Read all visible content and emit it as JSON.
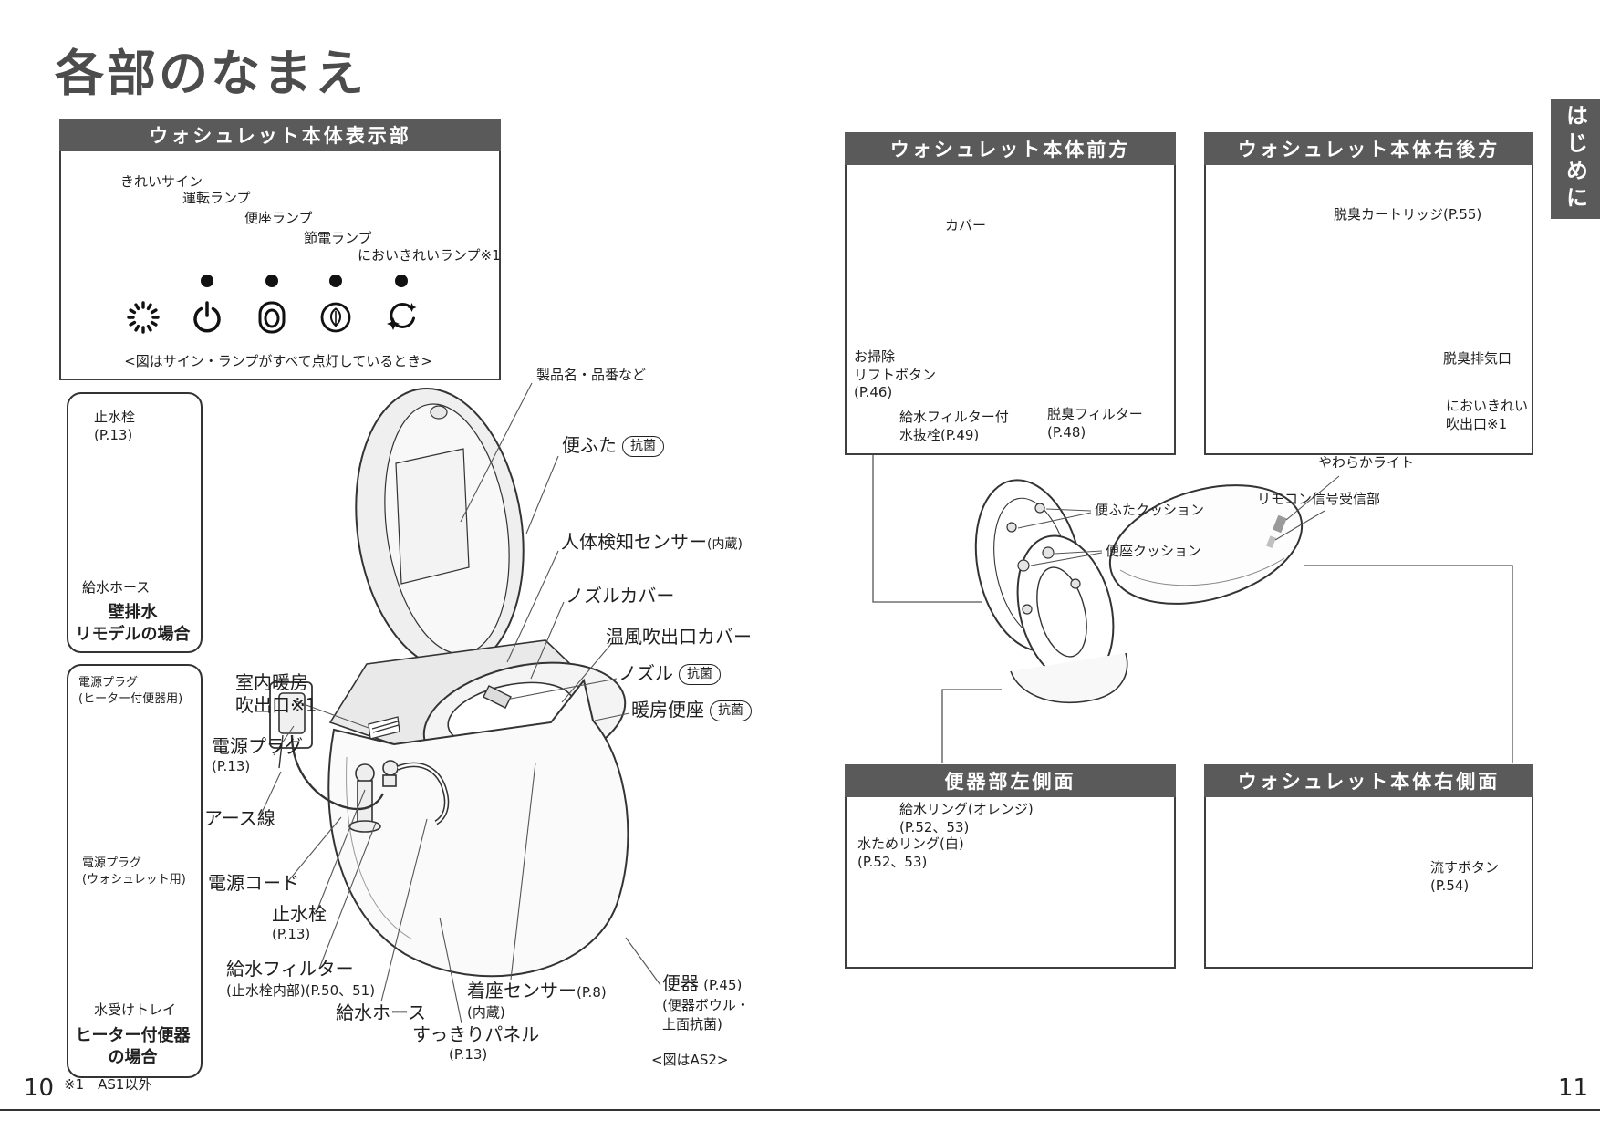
{
  "page": {
    "title": "各部のなまえ",
    "side_tab": "はじめに",
    "footnote": "※1　AS1以外",
    "page_left": "10",
    "page_right": "11",
    "figure_note": "<図はAS2>",
    "badge": "抗菌",
    "colors": {
      "header_bar": "#5a5a5a",
      "line_art": "#333333",
      "text": "#1f1f1f"
    }
  },
  "display_panel": {
    "header": "ウォシュレット本体表示部",
    "caption": "<図はサイン・ランプがすべて点灯しているとき>",
    "lamps": [
      {
        "label": "きれいサイン",
        "icon": "clean-sign-icon"
      },
      {
        "label": "運転ランプ",
        "icon": "power-icon"
      },
      {
        "label": "便座ランプ",
        "icon": "seat-icon"
      },
      {
        "label": "節電ランプ",
        "icon": "leaf-icon"
      },
      {
        "label": "においきれいランプ※1",
        "icon": "sparkles-icon"
      }
    ]
  },
  "sidebar": {
    "wall_box": {
      "valve": "止水栓\n(P.13)",
      "hose": "給水ホース",
      "caption": "壁排水\nリモデルの場合"
    },
    "heater_box": {
      "plug_heater": "電源プラグ\n(ヒーター付便器用)",
      "plug_washlet": "電源プラグ\n(ウォシュレット用)",
      "tray": "水受けトレイ",
      "caption": "ヒーター付便器\nの場合"
    }
  },
  "main_diagram": {
    "product_name": "製品名・品番など",
    "lid": "便ふた",
    "human_sensor": "人体検知センサー",
    "human_sensor_note": "(内蔵)",
    "nozzle_cover": "ノズルカバー",
    "warm_air_cover": "温風吹出口カバー",
    "nozzle": "ノズル",
    "heated_seat": "暖房便座",
    "room_heater_outlet": "室内暖房\n吹出口※1",
    "power_plug": "電源プラグ",
    "power_plug_page": "(P.13)",
    "earth_wire": "アース線",
    "power_cord": "電源コード",
    "stop_valve": "止水栓",
    "stop_valve_page": "(P.13)",
    "water_filter": "給水フィルター",
    "water_filter_note": "(止水栓内部)(P.50、51)",
    "water_hose": "給水ホース",
    "smart_panel": "すっきりパネル",
    "smart_panel_page": "(P.13)",
    "seat_sensor": "着座センサー",
    "seat_sensor_page": "(P.8)",
    "seat_sensor_note": "(内蔵)",
    "bowl": "便器",
    "bowl_page": "(P.45)",
    "bowl_note": "(便器ボウル・\n上面抗菌)"
  },
  "front_box": {
    "header": "ウォシュレット本体前方",
    "cover": "カバー",
    "lift_button": "お掃除\nリフトボタン\n(P.46)",
    "drain_plug": "給水フィルター付\n水抜栓(P.49)",
    "deodor_filter": "脱臭フィルター\n(P.48)"
  },
  "rear_box": {
    "header": "ウォシュレット本体右後方",
    "cartridge": "脱臭カートリッジ(P.55)",
    "exhaust": "脱臭排気口",
    "clean_outlet": "においきれい\n吹出口※1"
  },
  "middle": {
    "lid_cushion": "便ふたクッション",
    "seat_cushion": "便座クッション",
    "soft_light": "やわらかライト",
    "remote_receiver": "リモコン信号受信部"
  },
  "left_side_box": {
    "header": "便器部左側面",
    "supply_ring": "給水リング(オレンジ)\n(P.52、53)",
    "pool_ring": "水ためリング(白)\n(P.52、53)"
  },
  "right_side_box": {
    "header": "ウォシュレット本体右側面",
    "flush_button": "流すボタン\n(P.54)"
  }
}
